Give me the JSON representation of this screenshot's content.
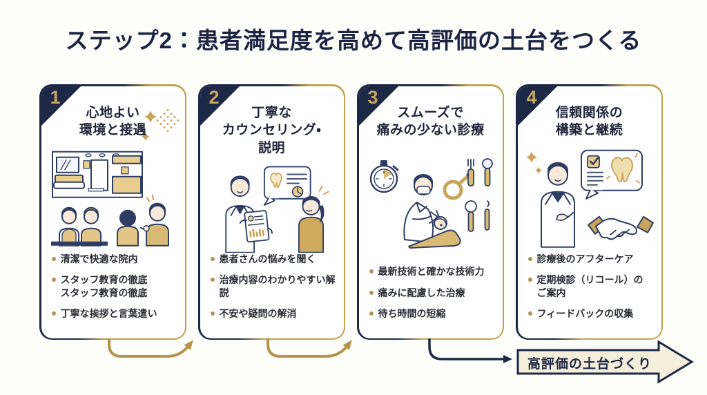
{
  "page": {
    "title": "ステップ2：患者満足度を高めて高評価の土台をつくる"
  },
  "colors": {
    "navy": "#1c2846",
    "gold": "#b5944a",
    "gold_light": "#e8cd8f",
    "cream": "#f4eedb",
    "title_text": "#1c2444",
    "bullet_dot": "#b09356"
  },
  "cards": [
    {
      "number": "1",
      "title": "心地よい\n環境と接遇",
      "illustration": "clinic-interior-and-smiling-staff",
      "bullets": [
        "清潔で快適な院内",
        "スタッフ教育の徹底\nスタッフ教育の徹底",
        "丁寧な挨拶と言葉遣い"
      ]
    },
    {
      "number": "2",
      "title": "丁寧な\nカウンセリング・\n説明",
      "illustration": "dentist-explaining-chart-to-patient",
      "bullets": [
        "患者さんの悩みを聞く",
        "治療内容のわかりやすい解説",
        "不安や疑問の解消"
      ]
    },
    {
      "number": "3",
      "title": "スムーズで\n痛みの少ない診療",
      "illustration": "dental-treatment-stopwatch-and-tools",
      "bullets": [
        "最新技術と確かな技術力",
        "痛みに配慮した治療",
        "待ち時間の短縮"
      ]
    },
    {
      "number": "4",
      "title": "信頼関係の\n構築と継続",
      "illustration": "doctor-checklist-and-handshake",
      "bullets": [
        "診療後のアフターケア",
        "定期検診（リコール）の\nご案内",
        "フィードバックの収集"
      ]
    }
  ],
  "banner": {
    "label": "高評価の土台づくり"
  }
}
